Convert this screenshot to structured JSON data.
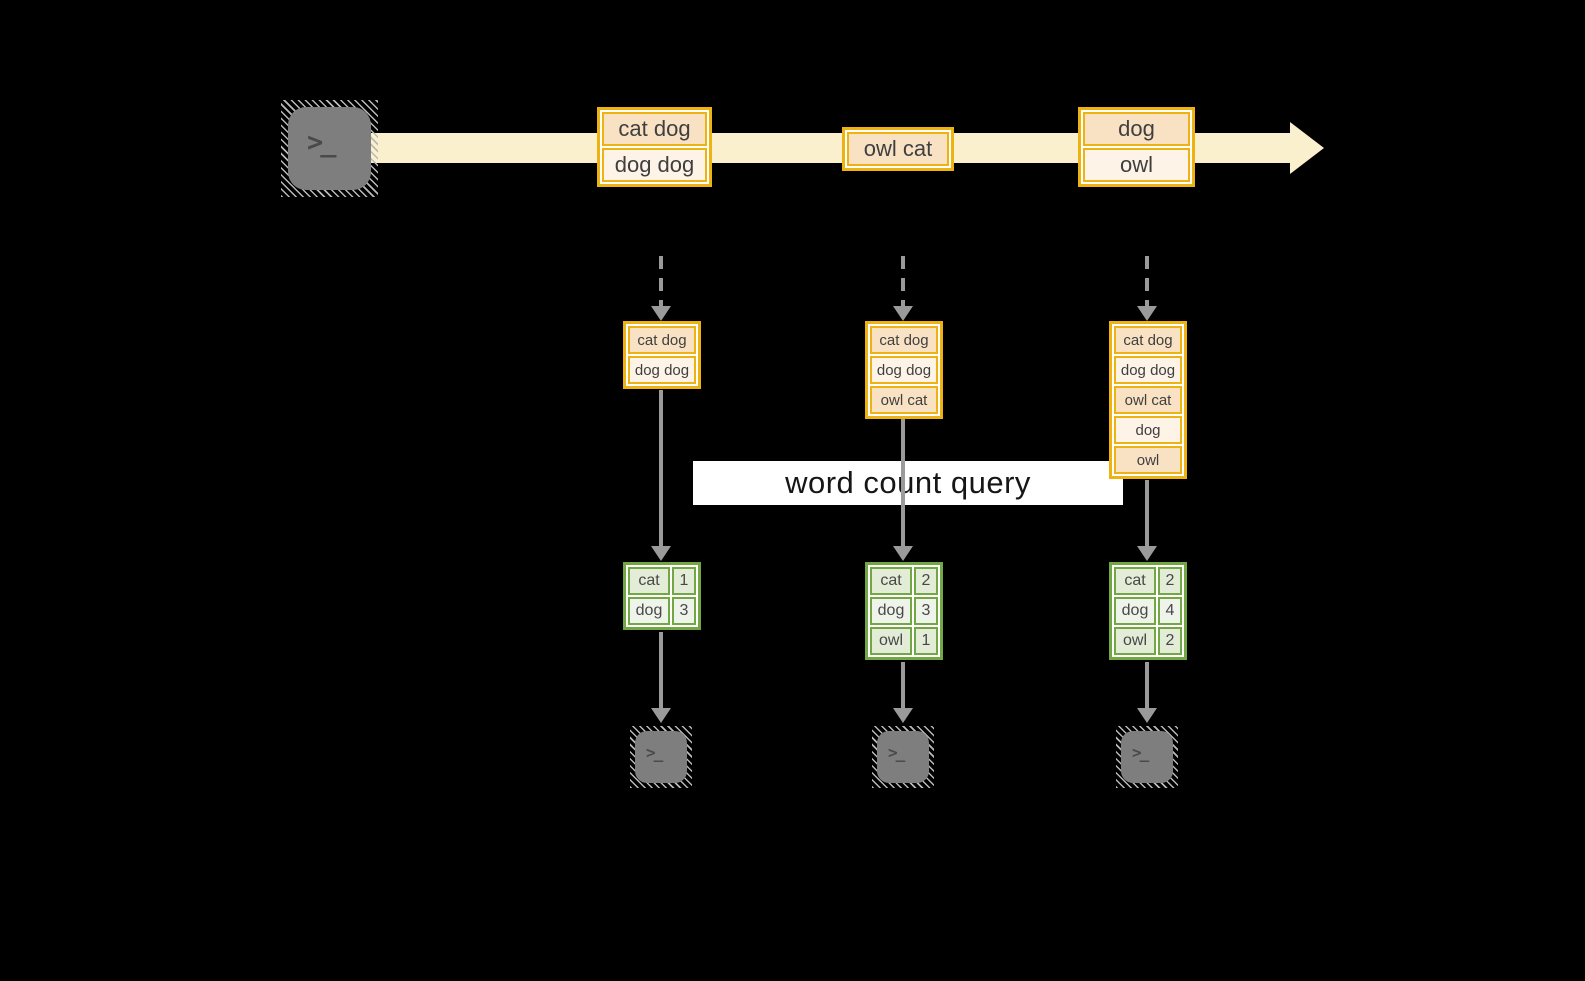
{
  "stream": {
    "e1": [
      "cat dog",
      "dog dog"
    ],
    "e2": [
      "owl cat"
    ],
    "e3": [
      "dog",
      "owl"
    ]
  },
  "batches": {
    "b1": [
      "cat dog",
      "dog dog"
    ],
    "b2": [
      "cat dog",
      "dog dog",
      "owl cat"
    ],
    "b3": [
      "cat dog",
      "dog dog",
      "owl cat",
      "dog",
      "owl"
    ]
  },
  "query": {
    "label": "word count query"
  },
  "tables": {
    "t1": [
      [
        "cat",
        "1"
      ],
      [
        "dog",
        "3"
      ]
    ],
    "t2": [
      [
        "cat",
        "2"
      ],
      [
        "dog",
        "3"
      ],
      [
        "owl",
        "1"
      ]
    ],
    "t3": [
      [
        "cat",
        "2"
      ],
      [
        "dog",
        "4"
      ],
      [
        "owl",
        "2"
      ]
    ]
  },
  "terminal": {
    "prompt": ">_"
  },
  "colors": {
    "background": "#000000",
    "stream_band": "#fbf0cd",
    "event_border": "#eeb211",
    "event_fill_peach": "#f9e2c4",
    "event_fill_cream": "#fdf3e6",
    "table_border": "#72a744",
    "table_fill_dark": "#e2ecd6",
    "table_fill_light": "#eff4ea",
    "arrow_gray": "#9a9a9a",
    "query_band": "#ffffff",
    "text_dark": "#3f3f3f"
  }
}
